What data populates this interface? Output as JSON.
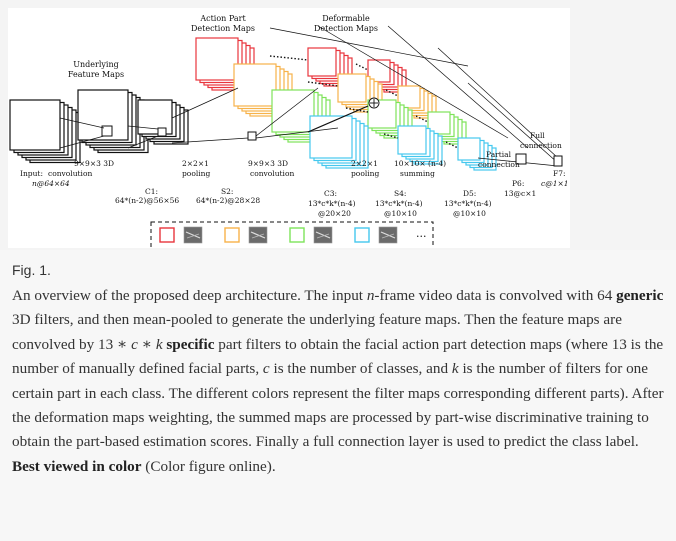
{
  "figure": {
    "labels": {
      "action_part": [
        "Action Part",
        "Detection Maps"
      ],
      "deformable": [
        "Deformable",
        "Detection Maps"
      ],
      "underlying": [
        "Underlying",
        "Feature Maps"
      ],
      "input": [
        "Input:",
        "n@64×64"
      ],
      "conv1_kernel": "9×9×3 3D",
      "conv1_word": "convolution",
      "pool1": [
        "2×2×1",
        "pooling"
      ],
      "conv2": [
        "9×9×3 3D",
        "convolution"
      ],
      "pool2": [
        "2×2×1",
        "pooling"
      ],
      "summing": [
        "10×10× (n-4)",
        "summing"
      ],
      "partial": [
        "Partial",
        "connection"
      ],
      "full": [
        "Full",
        "connection"
      ],
      "c1": [
        "C1:",
        "64*(n-2)@56×56"
      ],
      "s2": [
        "S2:",
        "64*(n-2)@28×28"
      ],
      "c3": [
        "C3:",
        "13*c*k*(n-4)",
        "@20×20"
      ],
      "s4": [
        "S4:",
        "13*c*k*(n-4)",
        "@10×10"
      ],
      "d5": [
        "D5:",
        "13*c*k*(n-4)",
        "@10×10"
      ],
      "p6": [
        "P6:",
        "13@c×1"
      ],
      "f7": [
        "F7:",
        "c@1×1"
      ],
      "ellipsis": "···"
    },
    "colors": {
      "red": "#e8353d",
      "orange": "#f7b24a",
      "green": "#7ee35a",
      "blue": "#45c8ee",
      "gray": "#6b6b6b",
      "dark": "#111111"
    }
  },
  "caption": {
    "label": "Fig. 1.",
    "segments": [
      {
        "t": "An overview of the proposed deep architecture. The input ",
        "s": "n"
      },
      {
        "t": "n",
        "s": "i"
      },
      {
        "t": "-frame video data is convolved with 64 ",
        "s": "n"
      },
      {
        "t": "generic",
        "s": "b"
      },
      {
        "t": " 3D filters, and then mean-pooled to generate the underlying feature maps. Then the feature maps are convolved by 13 ∗ ",
        "s": "n"
      },
      {
        "t": "c",
        "s": "i"
      },
      {
        "t": " ∗ ",
        "s": "n"
      },
      {
        "t": "k",
        "s": "i"
      },
      {
        "t": " ",
        "s": "n"
      },
      {
        "t": "specific",
        "s": "b"
      },
      {
        "t": " part filters to obtain the facial action part detection maps (where 13 is the number of manually defined facial parts, ",
        "s": "n"
      },
      {
        "t": "c",
        "s": "i"
      },
      {
        "t": " is the number of classes, and ",
        "s": "n"
      },
      {
        "t": "k",
        "s": "i"
      },
      {
        "t": " is the number of filters for one certain part in each class. The different colors represent the filter maps corresponding different parts). After the deformation maps weighting, the summed maps are processed by part-wise discriminative training to obtain the part-based estimation scores. Finally a full connection layer is used to predict the class label. ",
        "s": "n"
      },
      {
        "t": "Best viewed in color",
        "s": "b"
      },
      {
        "t": " (Color figure online).",
        "s": "n"
      }
    ]
  }
}
